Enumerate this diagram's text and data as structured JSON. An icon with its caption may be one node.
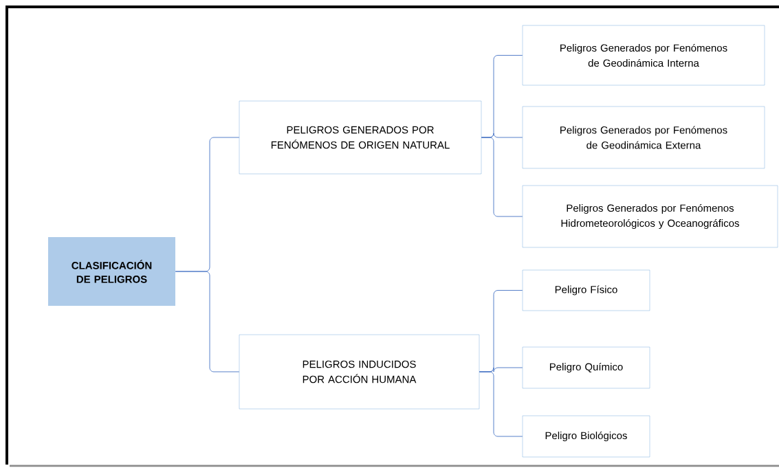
{
  "diagram": {
    "nodes": [
      {
        "text": [
          "CLASIFICACIÓN DE PELIGROS"
        ]
      },
      {
        "text": [
          "PELIGROS GENERADOS POR FENÓMENOS DE ORIGEN NATURAL"
        ]
      },
      {
        "text": [
          "Peligros Generados por Fenómenos de Geodinámica Interna"
        ]
      },
      {
        "text": [
          "Peligros Generados por Fenómenos de Geodinámica Externa"
        ]
      },
      {
        "text": [
          "Peligros Generados por Fenómenos Hidrometeorológicos y Oceanográficos"
        ]
      },
      {
        "text": [
          "PELIGROS INDUCIDOS POR ACCIÓN HUMANA"
        ]
      },
      {
        "text": [
          "Peligro Físico"
        ]
      },
      {
        "text": [
          "Peligro Químico"
        ]
      },
      {
        "text": [
          "Peligro Biológicos"
        ]
      }
    ],
    "edges": [
      {
        "from": 0,
        "to": 1,
        "arrow": "none"
      },
      {
        "from": 0,
        "to": 5,
        "arrow": "none"
      },
      {
        "from": 1,
        "to": 2,
        "arrow": "none"
      },
      {
        "from": 1,
        "to": 3,
        "arrow": "none"
      },
      {
        "from": 1,
        "to": 4,
        "arrow": "none"
      },
      {
        "from": 5,
        "to": 6,
        "arrow": "none"
      },
      {
        "from": 5,
        "to": 7,
        "arrow": "none"
      },
      {
        "from": 5,
        "to": 8,
        "arrow": "none"
      }
    ]
  }
}
